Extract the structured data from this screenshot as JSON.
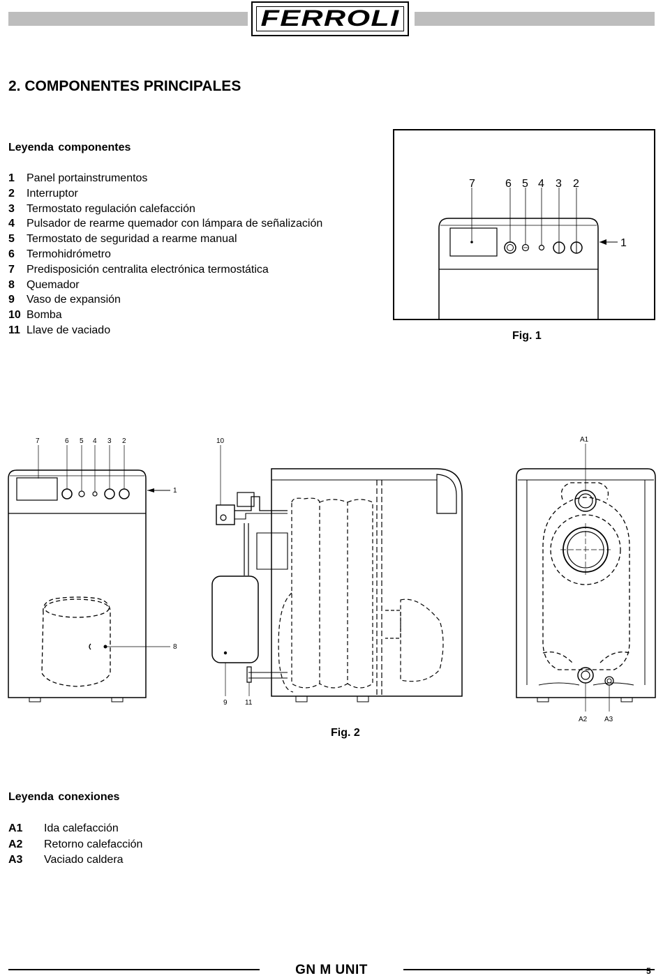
{
  "header": {
    "brand": "FERROLI"
  },
  "section_title": "2. COMPONENTES PRINCIPALES",
  "legend_components": {
    "title": "Leyenda componentes",
    "items": [
      {
        "num": "1",
        "label": "Panel portainstrumentos"
      },
      {
        "num": "2",
        "label": "Interruptor"
      },
      {
        "num": "3",
        "label": "Termostato regulación calefacción"
      },
      {
        "num": "4",
        "label": "Pulsador de rearme quemador con lámpara de señalización"
      },
      {
        "num": "5",
        "label": "Termostato de seguridad a rearme manual"
      },
      {
        "num": "6",
        "label": "Termohidrómetro"
      },
      {
        "num": "7",
        "label": "Predisposición centralita electrónica termostática"
      },
      {
        "num": "8",
        "label": "Quemador"
      },
      {
        "num": "9",
        "label": "Vaso de expansión"
      },
      {
        "num": "10",
        "label": "Bomba"
      },
      {
        "num": "11",
        "label": "Llave de vaciado"
      }
    ]
  },
  "fig1": {
    "caption": "Fig. 1",
    "callouts": {
      "c7": "7",
      "c6": "6",
      "c5": "5",
      "c4": "4",
      "c3": "3",
      "c2": "2",
      "c1": "1"
    }
  },
  "fig2": {
    "caption": "Fig. 2",
    "front_callouts": {
      "c7": "7",
      "c6": "6",
      "c5": "5",
      "c4": "4",
      "c3": "3",
      "c2": "2",
      "c1": "1",
      "c8": "8"
    },
    "side_callouts": {
      "c10": "10",
      "c9": "9",
      "c11": "11"
    },
    "rear_callouts": {
      "a1": "A1",
      "a2": "A2",
      "a3": "A3"
    }
  },
  "legend_connections": {
    "title": "Leyenda conexiones",
    "items": [
      {
        "code": "A1",
        "label": "Ida calefacción"
      },
      {
        "code": "A2",
        "label": "Retorno calefacción"
      },
      {
        "code": "A3",
        "label": "Vaciado caldera"
      }
    ]
  },
  "footer": {
    "model": "GN M UNIT",
    "page": "5"
  }
}
